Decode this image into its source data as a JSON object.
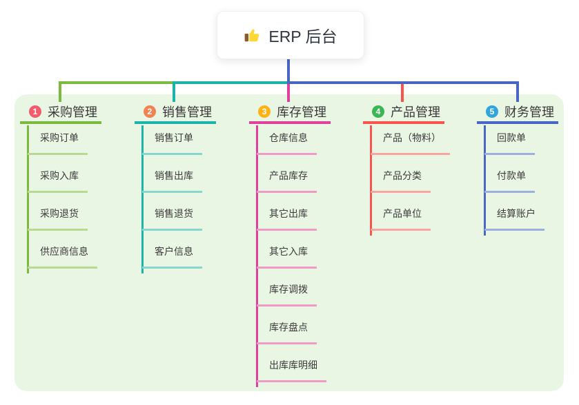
{
  "root": {
    "icon": "thumbs-up-icon",
    "label": "ERP 后台"
  },
  "colors": {
    "panel": "#eaf6e4",
    "stem": "#4a66c4",
    "green": "#7cb93f",
    "teal": "#1db3a8",
    "magenta": "#e23e9c",
    "red": "#f8544d",
    "indigo": "#4a66c4",
    "text": "#3b3b3b"
  },
  "branches": [
    {
      "num": "1",
      "label": "采购管理",
      "badge": "#f15b6c",
      "line": "#7cb93f",
      "line_light": "#b7da90",
      "children": [
        "采购订单",
        "采购入库",
        "采购退货",
        "供应商信息"
      ]
    },
    {
      "num": "2",
      "label": "销售管理",
      "badge": "#f08352",
      "line": "#1db3a8",
      "line_light": "#84d6cf",
      "children": [
        "销售订单",
        "销售出库",
        "销售退货",
        "客户信息"
      ]
    },
    {
      "num": "3",
      "label": "库存管理",
      "badge": "#fdb215",
      "line": "#e23e9c",
      "line_light": "#f09ac8",
      "children": [
        "仓库信息",
        "产品库存",
        "其它出库",
        "其它入库",
        "库存调拨",
        "库存盘点",
        "出库库明细"
      ]
    },
    {
      "num": "4",
      "label": "产品管理",
      "badge": "#3cb554",
      "line": "#f8544d",
      "line_light": "#fba39f",
      "children": [
        "产品（物料）",
        "产品分类",
        "产品单位"
      ]
    },
    {
      "num": "5",
      "label": "财务管理",
      "badge": "#30a5dd",
      "line": "#4a66c4",
      "line_light": "#9dafe0",
      "children": [
        "回款单",
        "付款单",
        "结算账户"
      ]
    }
  ]
}
